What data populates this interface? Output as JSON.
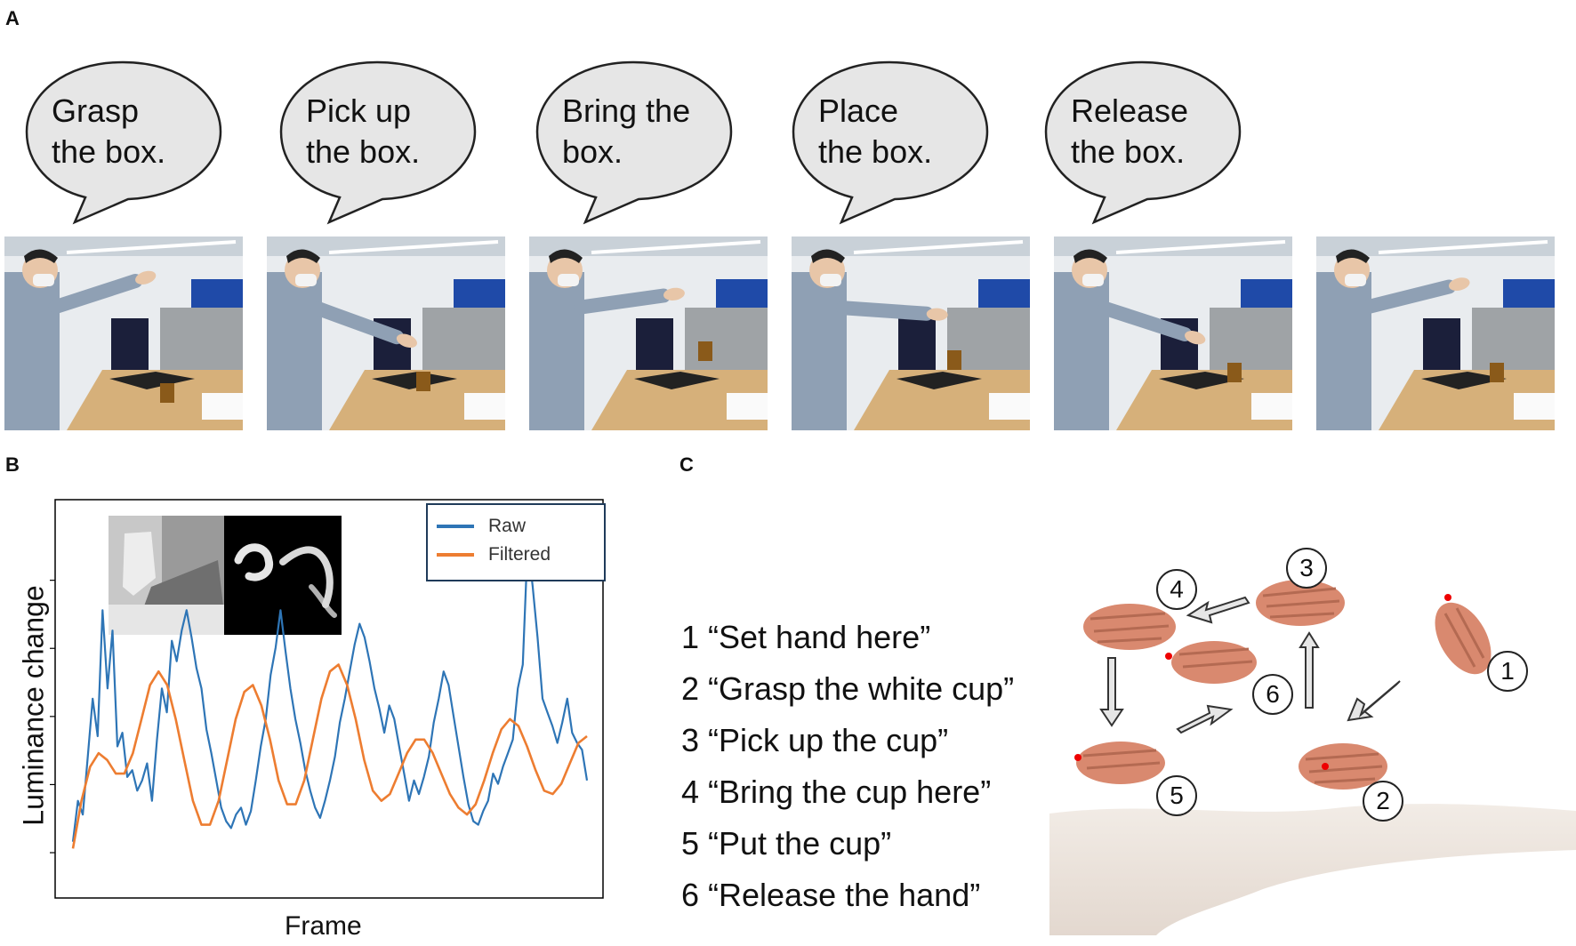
{
  "panels": {
    "a": "A",
    "b": "B",
    "c": "C"
  },
  "speech_bubbles": [
    {
      "text": "Grasp\nthe box."
    },
    {
      "text": "Pick up\nthe box."
    },
    {
      "text": "Bring the\nbox."
    },
    {
      "text": "Place\nthe box."
    },
    {
      "text": "Release\nthe box."
    }
  ],
  "photos": [
    {
      "stage": "reach",
      "object": "on-table"
    },
    {
      "stage": "grasp",
      "object": "in-hand-low"
    },
    {
      "stage": "lift",
      "object": "in-hand-high"
    },
    {
      "stage": "place",
      "object": "in-hand-mid"
    },
    {
      "stage": "release",
      "object": "on-tablet"
    },
    {
      "stage": "withdraw",
      "object": "on-tablet"
    }
  ],
  "chart_data": {
    "type": "line",
    "title": "",
    "xlabel": "Frame",
    "ylabel": "Luminance change",
    "legend_position": "top-right",
    "grid": false,
    "colors": {
      "raw": "#2e75b6",
      "filtered": "#ed7d31"
    },
    "series": [
      {
        "name": "Raw",
        "values": [
          0.1,
          0.22,
          0.18,
          0.35,
          0.52,
          0.41,
          0.78,
          0.55,
          0.72,
          0.38,
          0.42,
          0.29,
          0.31,
          0.25,
          0.28,
          0.33,
          0.22,
          0.4,
          0.55,
          0.48,
          0.69,
          0.63,
          0.72,
          0.78,
          0.7,
          0.61,
          0.55,
          0.43,
          0.36,
          0.28,
          0.2,
          0.16,
          0.14,
          0.18,
          0.2,
          0.15,
          0.19,
          0.28,
          0.38,
          0.46,
          0.59,
          0.67,
          0.78,
          0.66,
          0.55,
          0.46,
          0.39,
          0.31,
          0.25,
          0.2,
          0.17,
          0.22,
          0.28,
          0.35,
          0.45,
          0.52,
          0.6,
          0.68,
          0.74,
          0.7,
          0.63,
          0.55,
          0.49,
          0.42,
          0.5,
          0.46,
          0.38,
          0.3,
          0.22,
          0.28,
          0.24,
          0.29,
          0.35,
          0.45,
          0.52,
          0.6,
          0.56,
          0.47,
          0.38,
          0.29,
          0.21,
          0.16,
          0.15,
          0.19,
          0.22,
          0.3,
          0.27,
          0.32,
          0.36,
          0.4,
          0.55,
          0.62,
          0.98,
          0.85,
          0.7,
          0.52,
          0.48,
          0.44,
          0.39,
          0.45,
          0.52,
          0.42,
          0.39,
          0.37,
          0.28
        ]
      },
      {
        "name": "Filtered",
        "values": [
          0.08,
          0.22,
          0.32,
          0.36,
          0.34,
          0.3,
          0.3,
          0.36,
          0.46,
          0.56,
          0.6,
          0.56,
          0.46,
          0.34,
          0.22,
          0.15,
          0.15,
          0.22,
          0.34,
          0.46,
          0.54,
          0.56,
          0.5,
          0.4,
          0.28,
          0.21,
          0.21,
          0.28,
          0.4,
          0.52,
          0.6,
          0.62,
          0.56,
          0.46,
          0.34,
          0.25,
          0.22,
          0.24,
          0.3,
          0.36,
          0.4,
          0.4,
          0.36,
          0.3,
          0.24,
          0.2,
          0.18,
          0.21,
          0.28,
          0.36,
          0.43,
          0.46,
          0.44,
          0.38,
          0.31,
          0.25,
          0.24,
          0.27,
          0.33,
          0.39,
          0.41
        ]
      }
    ]
  },
  "inset_images": {
    "left": "grayscale frame",
    "right": "luminance difference map"
  },
  "steps": [
    "1 “Set hand here”",
    "2 “Grasp the white cup”",
    "3 “Pick up the cup”",
    "4 “Bring the cup here”",
    "5 “Put the cup”",
    "6 “Release the hand”"
  ],
  "hand_labels": [
    "1",
    "2",
    "3",
    "4",
    "5",
    "6"
  ]
}
